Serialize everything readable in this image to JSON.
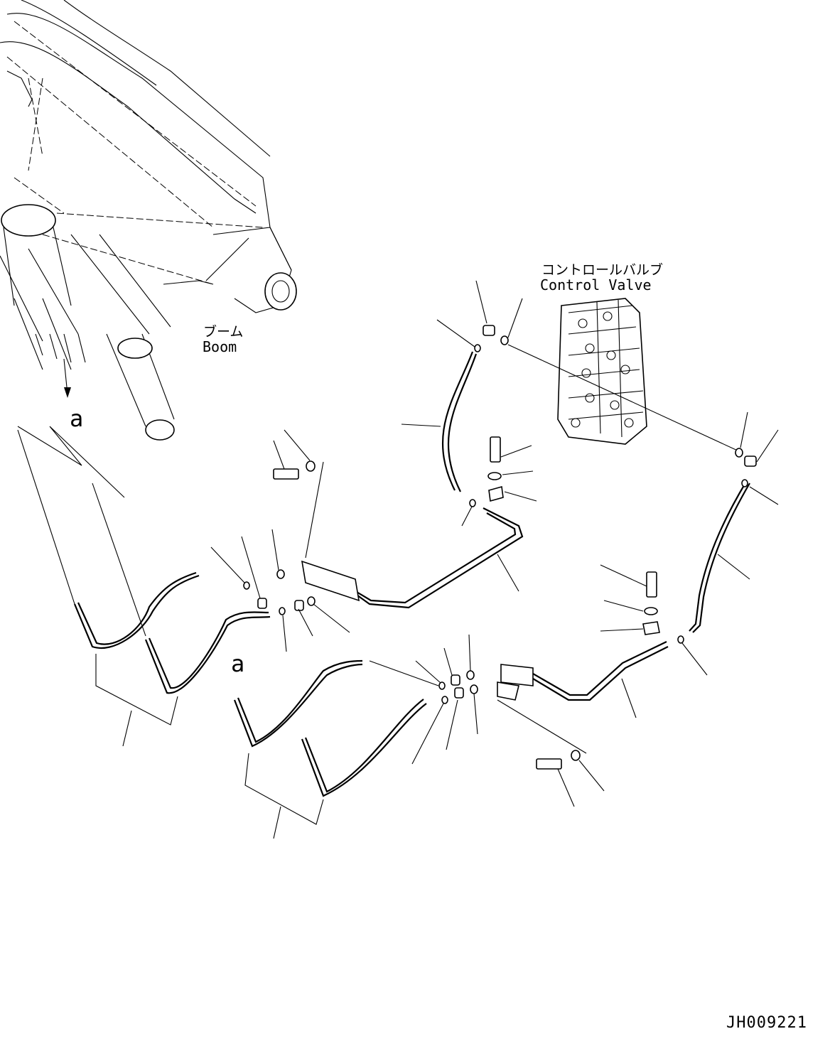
{
  "labels": {
    "control_valve_jp": "コントロールバルブ",
    "control_valve_en": "Control Valve",
    "boom_jp": "ブーム",
    "boom_en": "Boom",
    "view_marker_1": "a",
    "view_marker_2": "a",
    "drawing_number": "JH009221"
  }
}
